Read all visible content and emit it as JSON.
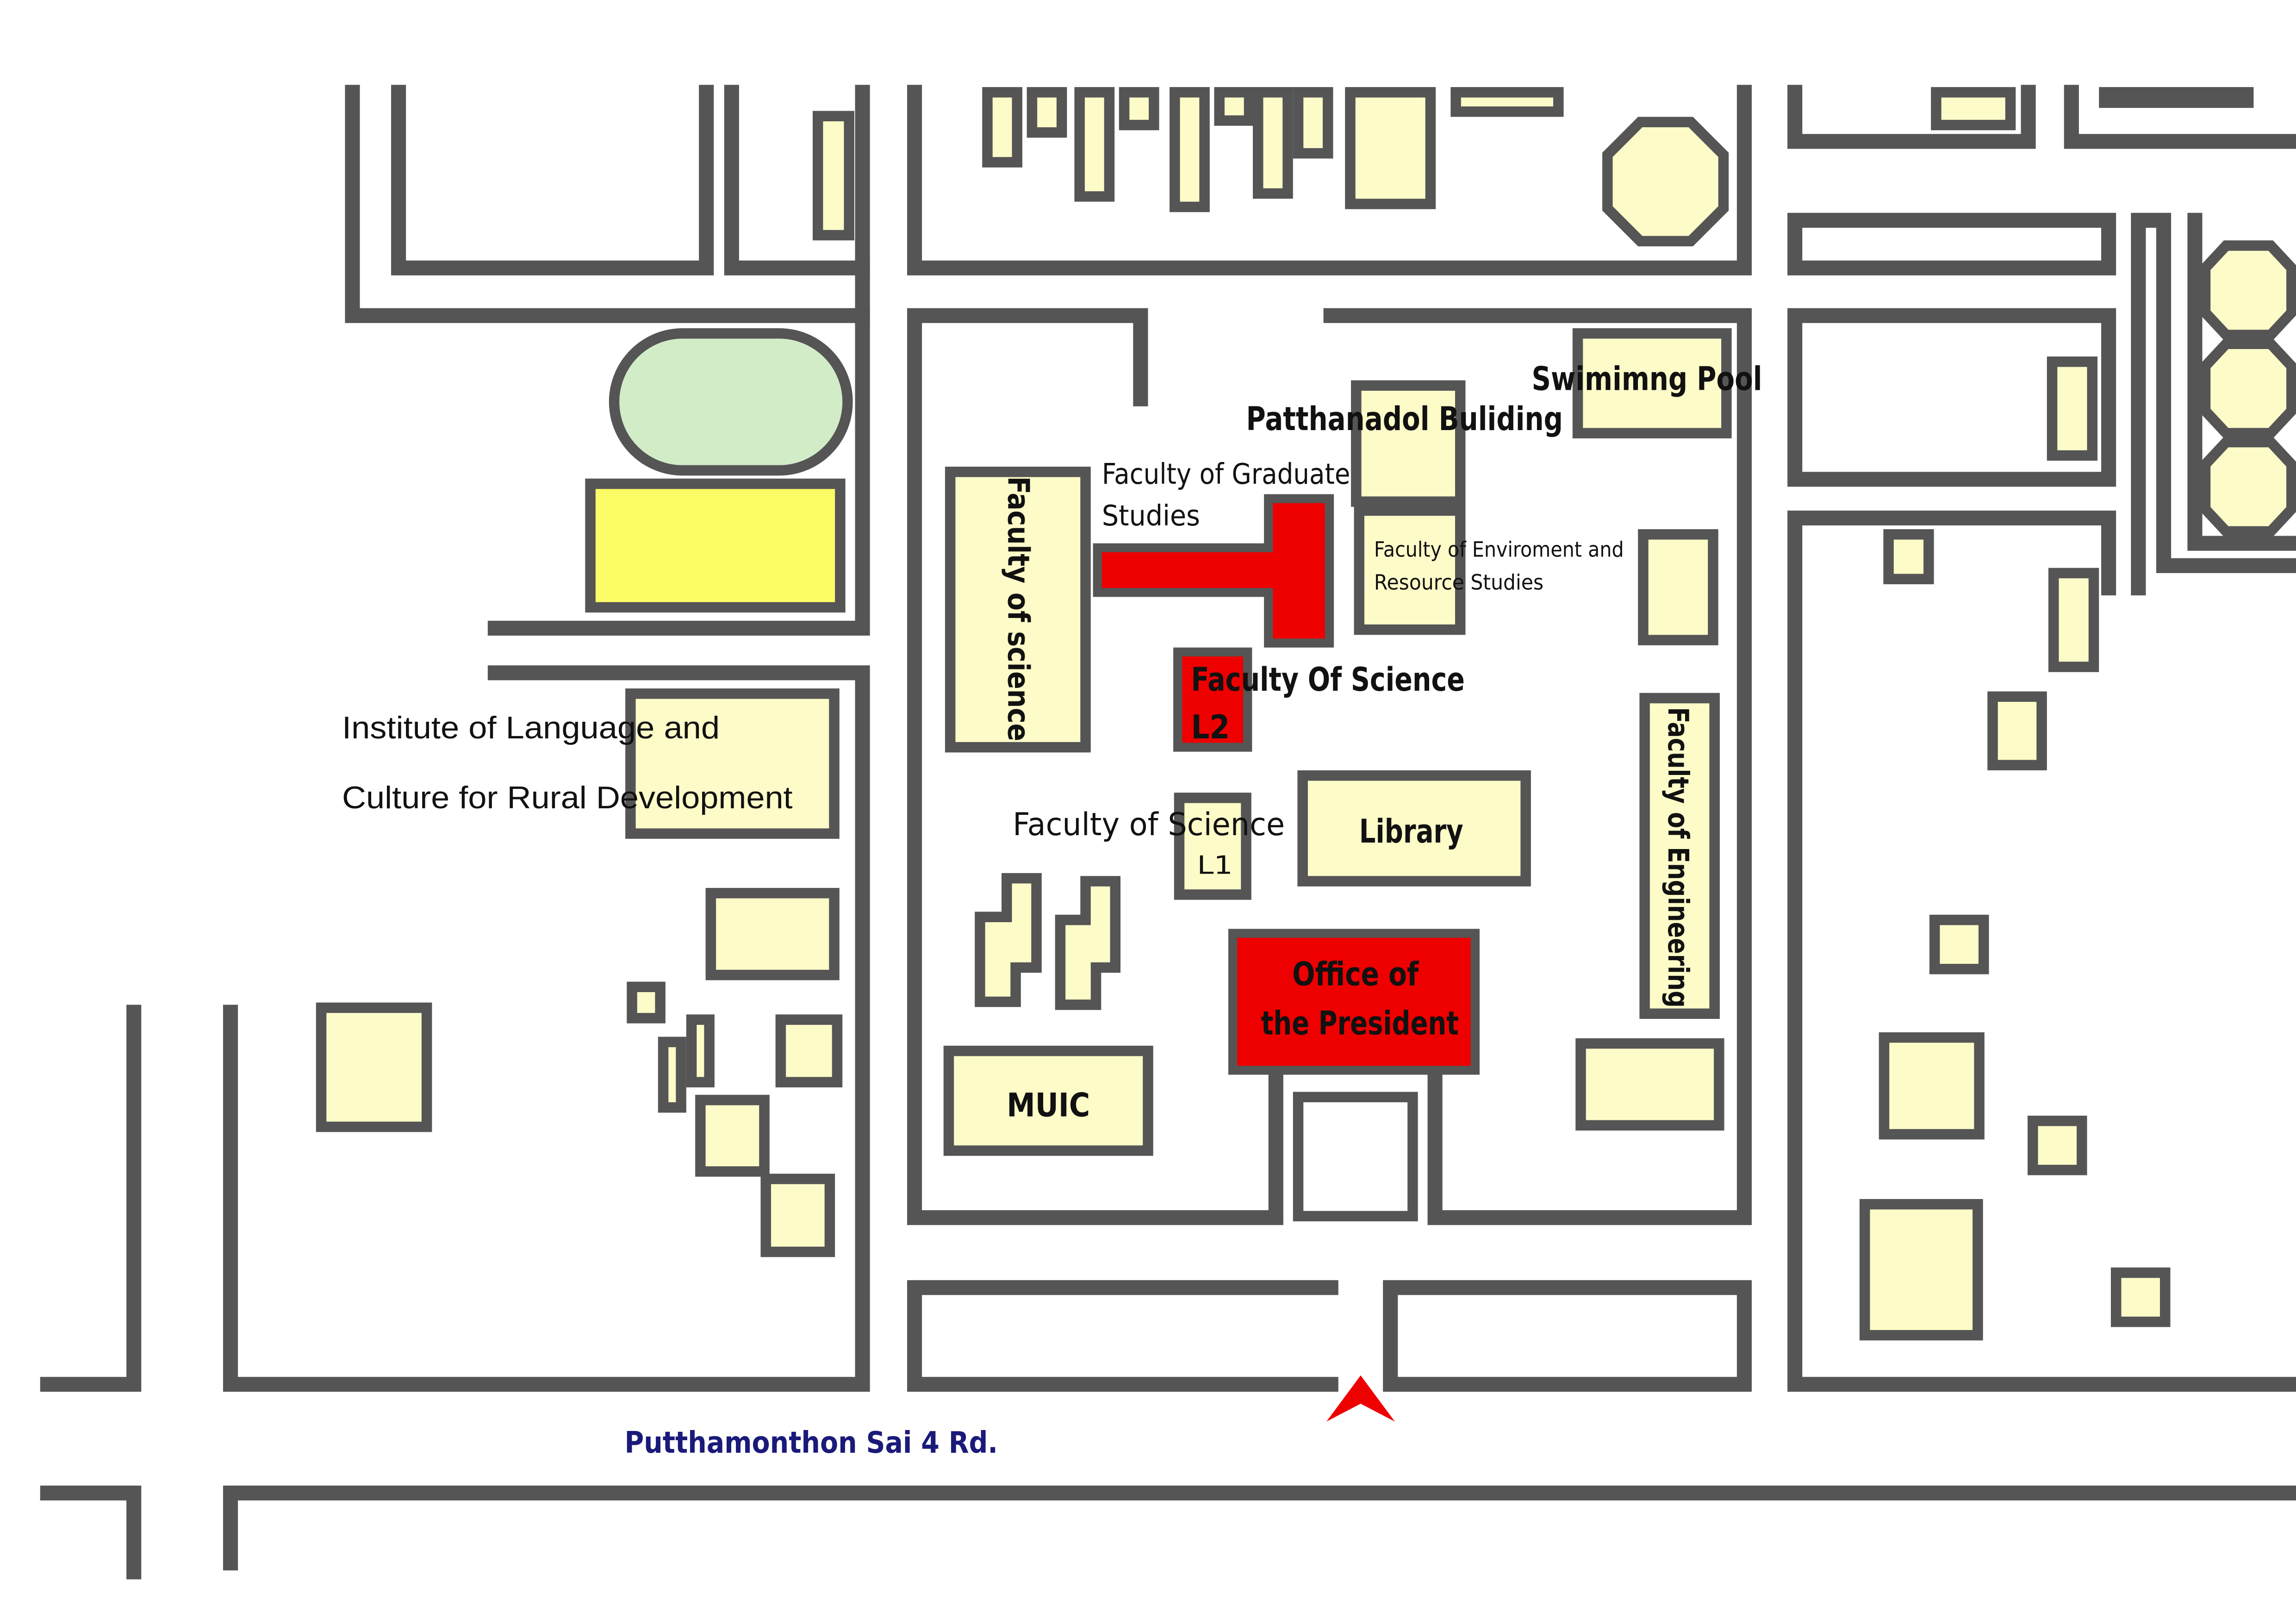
{
  "map": {
    "labels": {
      "swimming_pool": "Swimimng Pool",
      "patthanadol": "Patthanadol Buliding",
      "grad_studies_line1": "Faculty of Graduate",
      "grad_studies_line2": "Studies",
      "env_line1": "Faculty of Enviroment and",
      "env_line2": "Resource Studies",
      "faculty_science_vertical": "Faculty of science",
      "science_l2_line1": "Faculty Of Science",
      "science_l2_line2": "L2",
      "science_l1_line1": "Faculty of Science",
      "science_l1_line2": "L1",
      "library": "Library",
      "engineering": "Faculty of Engineering",
      "president_line1": "Office of",
      "president_line2": "the President",
      "muic": "MUIC",
      "institute_line1": "Institute of Language and",
      "institute_line2": "Culture for Rural Development",
      "road": "Putthamonthon Sai 4 Rd."
    },
    "colors": {
      "building_fill": "#fdfbc8",
      "highlight_red": "#ee0000",
      "field_green": "#d3ecc8",
      "court_yellow": "#fcfc66",
      "road_line": "#555555",
      "road_label": "#1a1a7a",
      "entrance_marker": "#ee0000"
    },
    "icons": {
      "entrance": "entrance-arrow-icon"
    }
  }
}
